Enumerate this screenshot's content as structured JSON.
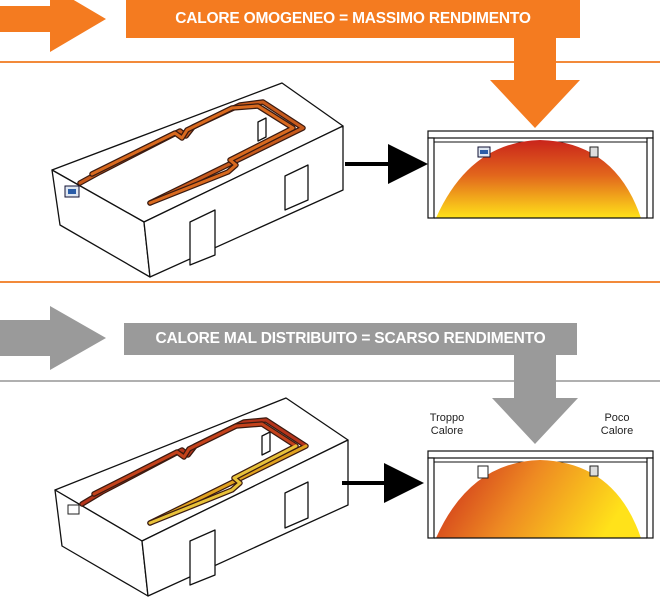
{
  "colors": {
    "orange": "#f47b20",
    "gray": "#9a9a9a",
    "pipe_hot": "#b5341a",
    "pipe_warm": "#e0a21f",
    "heat_red": "#c9241b",
    "heat_yellow": "#ffe21a"
  },
  "top_section": {
    "banner_text": "CALORE OMOGENEO = MASSIMO RENDIMENTO",
    "arrow_icon": "orange-arrow-icon",
    "distribution": "uniform"
  },
  "bottom_section": {
    "banner_text": "CALORE MAL DISTRIBUITO = SCARSO RENDIMENTO",
    "arrow_icon": "gray-arrow-icon",
    "distribution": "uneven",
    "left_label": "Troppo\nCalore",
    "right_label": "Poco\nCalore"
  }
}
